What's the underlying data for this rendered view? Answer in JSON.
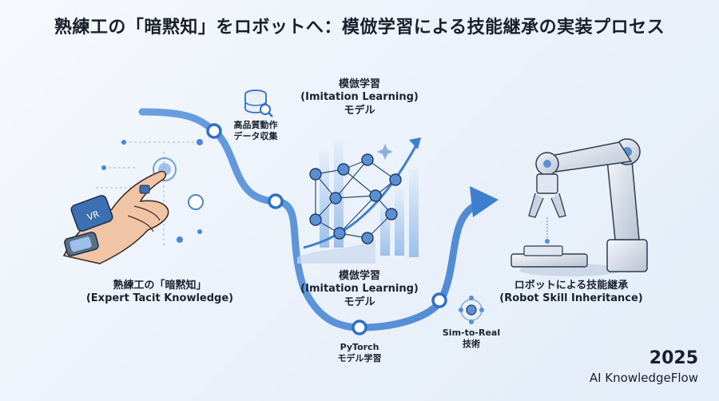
{
  "title": "熟練工の「暗黙知」をロボットへ：模倣学習による技能継承の実装プロセス",
  "nodes": {
    "expert": {
      "line1": "熟練工の「暗黙知」",
      "line2": "(Expert Tacit Knowledge)"
    },
    "model_top": {
      "line1": "模倣学習",
      "line2": "(Imitation Learning)",
      "line3": "モデル"
    },
    "model_mid": {
      "line1": "模倣学習",
      "line2": "(Imitation Learning)",
      "line3": "モデル"
    },
    "robot": {
      "line1": "ロボットによる技能継承",
      "line2": "(Robot Skill Inheritance)"
    }
  },
  "steps": {
    "data": {
      "line1": "高品質動作",
      "line2": "データ収集"
    },
    "pytorch": {
      "line1": "PyTorch",
      "line2": "モデル学習"
    },
    "sim2real": {
      "line1": "Sim-to-Real",
      "line2": "技術"
    }
  },
  "icons": {
    "database": "database-search-icon",
    "sim": "network-node-icon",
    "hand": "vr-glove-hand-icon",
    "network": "neural-network-icon",
    "robot": "robot-arm-icon"
  },
  "colors": {
    "path": "#4a86d4",
    "path_light": "#8fb6e8",
    "accent": "#2e6fc7"
  },
  "brand": {
    "year": "2025",
    "name": "AI KnowledgeFlow"
  }
}
